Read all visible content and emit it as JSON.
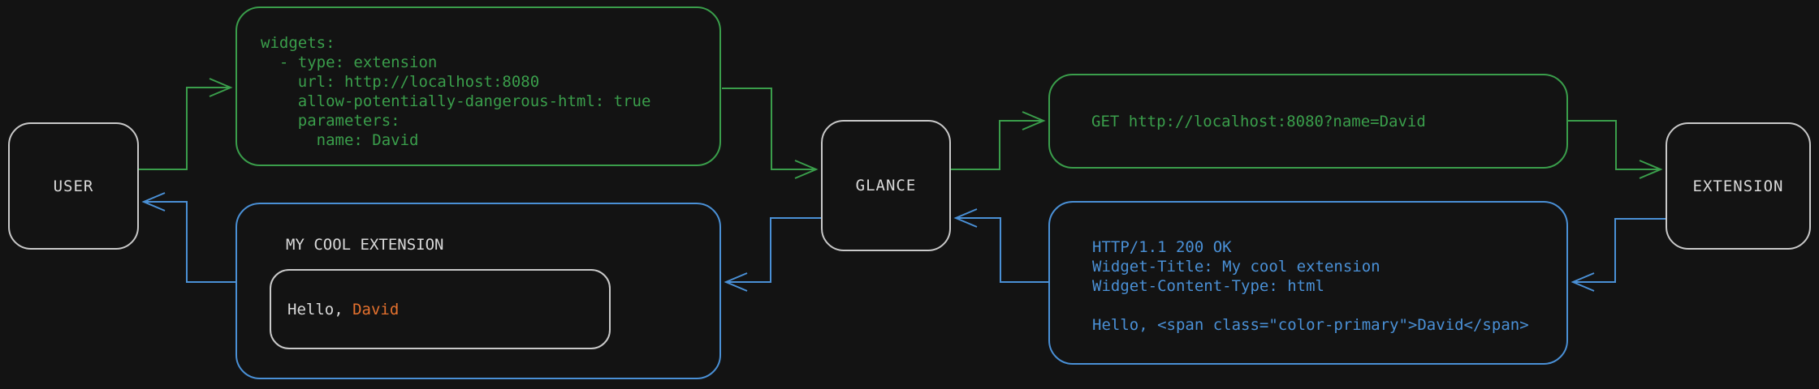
{
  "colors": {
    "background": "#131313",
    "green": "#3a9e4b",
    "blue": "#4a90d6",
    "gray_border": "#c9c9c9",
    "text_light": "#d9d9d9",
    "orange": "#e4712e"
  },
  "nodes": {
    "user": {
      "label": "USER"
    },
    "glance": {
      "label": "GLANCE"
    },
    "extension": {
      "label": "EXTENSION"
    }
  },
  "config_box": {
    "yaml_lines": [
      "widgets:",
      "  - type: extension",
      "    url: http://localhost:8080",
      "    allow-potentially-dangerous-html: true",
      "    parameters:",
      "      name: David"
    ]
  },
  "request_box": {
    "text": "GET http://localhost:8080?name=David"
  },
  "response_box": {
    "lines": [
      "HTTP/1.1 200 OK",
      "Widget-Title: My cool extension",
      "Widget-Content-Type: html",
      "",
      "Hello, <span class=\"color-primary\">David</span>"
    ]
  },
  "widget_box": {
    "title": "MY COOL EXTENSION",
    "greeting": {
      "prefix": "Hello, ",
      "name": "David"
    }
  }
}
